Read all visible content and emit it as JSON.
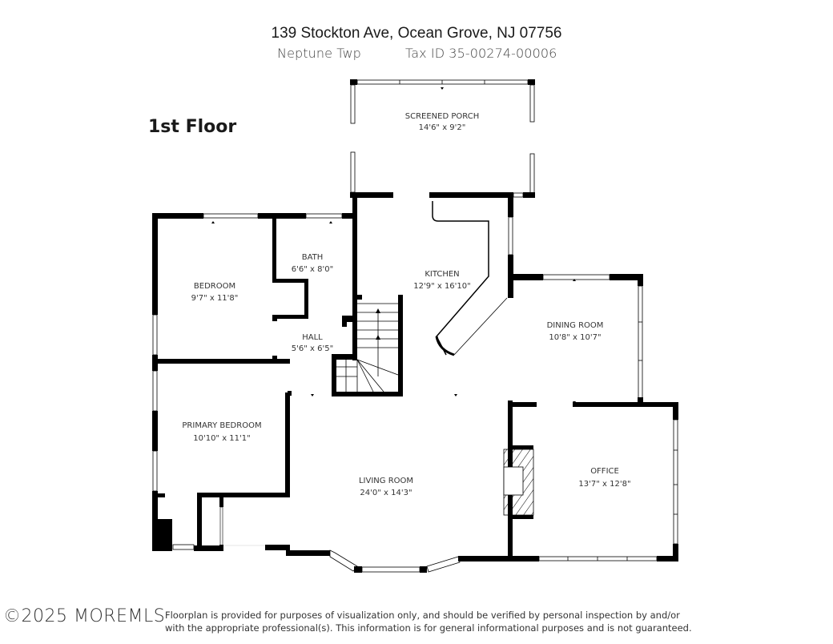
{
  "header": {
    "address": "139 Stockton Ave, Ocean Grove, NJ 07756",
    "township": "Neptune Twp",
    "tax_id": "Tax ID 35-00274-00006"
  },
  "floor_title": "1st Floor",
  "rooms": [
    {
      "name": "SCREENED PORCH",
      "dims": "14'6\" x 9'2\""
    },
    {
      "name": "BATH",
      "dims": "6'6\" x 8'0\""
    },
    {
      "name": "BEDROOM",
      "dims": "9'7\" x 11'8\""
    },
    {
      "name": "KITCHEN",
      "dims": "12'9\" x 16'10\""
    },
    {
      "name": "HALL",
      "dims": "5'6\" x 6'5\""
    },
    {
      "name": "DINING ROOM",
      "dims": "10'8\" x 10'7\""
    },
    {
      "name": "PRIMARY BEDROOM",
      "dims": "10'10\" x 11'1\""
    },
    {
      "name": "LIVING ROOM",
      "dims": "24'0\" x 14'3\""
    },
    {
      "name": "OFFICE",
      "dims": "13'7\" x 12'8\""
    }
  ],
  "footer": {
    "logo": "©2025 MOREMLS",
    "disclaimer_line1": "Floorplan is provided for purposes of visualization only, and should be verified by personal inspection by and/or",
    "disclaimer_line2": "with the appropriate professional(s). This information is for general informational purposes and is not guaranteed."
  },
  "colors": {
    "wall": "#000000",
    "background": "#ffffff",
    "text": "#333333"
  }
}
